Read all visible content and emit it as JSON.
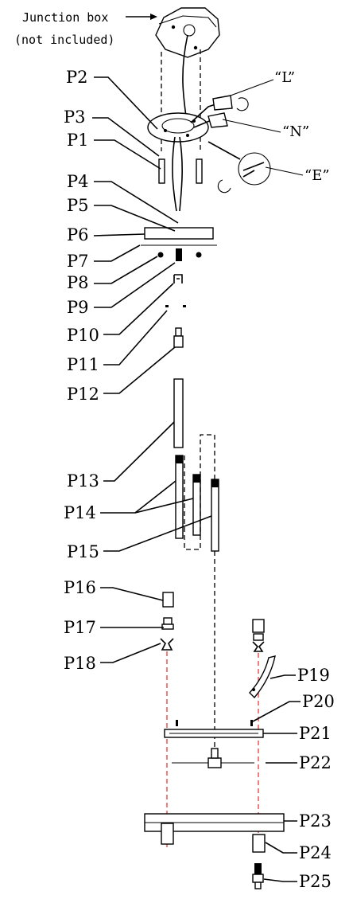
{
  "junction_box": {
    "line1": "Junction box",
    "line2": "(not included)"
  },
  "wires": {
    "live": "“L”",
    "neutral": "“N”",
    "earth": "“E”"
  },
  "parts": {
    "p1": "P1",
    "p2": "P2",
    "p3": "P3",
    "p4": "P4",
    "p5": "P5",
    "p6": "P6",
    "p7": "P7",
    "p8": "P8",
    "p9": "P9",
    "p10": "P10",
    "p11": "P11",
    "p12": "P12",
    "p13": "P13",
    "p14": "P14",
    "p15": "P15",
    "p16": "P16",
    "p17": "P17",
    "p18": "P18",
    "p19": "P19",
    "p20": "P20",
    "p21": "P21",
    "p22": "P22",
    "p23": "P23",
    "p24": "P24",
    "p25": "P25"
  },
  "colors": {
    "line": "#000000",
    "alignment_dash": "#e23a3a"
  }
}
